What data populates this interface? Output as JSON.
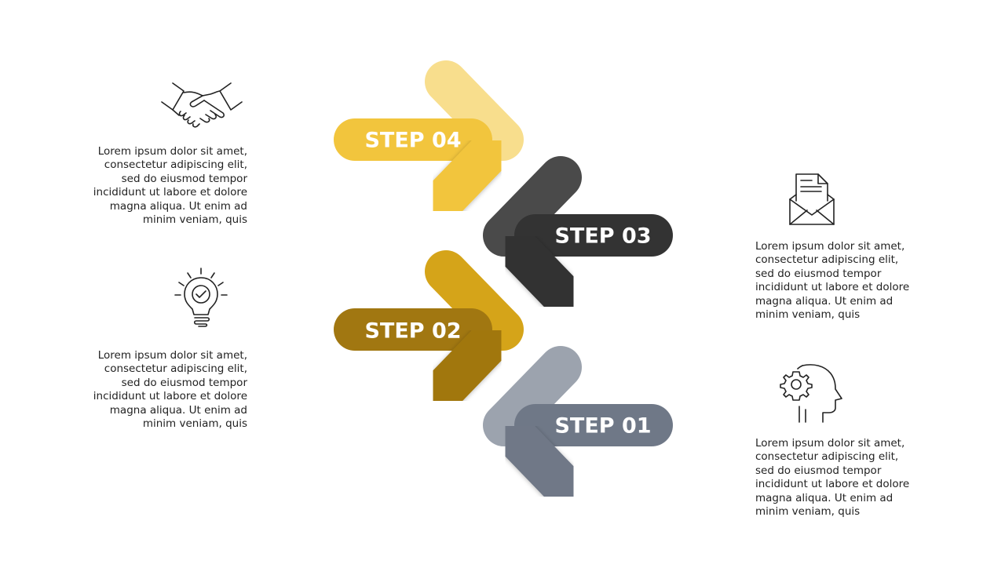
{
  "steps": [
    {
      "label": "STEP 04",
      "colors": {
        "dark": "#F2C53D",
        "light": "#F8DE8D"
      }
    },
    {
      "label": "STEP 03",
      "colors": {
        "dark": "#333333",
        "light": "#4A4A4A"
      }
    },
    {
      "label": "STEP 02",
      "colors": {
        "dark": "#A17711",
        "light": "#D5A419"
      }
    },
    {
      "label": "STEP 01",
      "colors": {
        "dark": "#6F7887",
        "light": "#9CA3AE"
      }
    }
  ],
  "label_color": "#FFFFFF",
  "text_blocks": [
    {
      "icon": "handshake-icon",
      "text": "Lorem ipsum dolor sit amet,\nconsectetur adipiscing elit,\nsed do eiusmod tempor\nincididunt ut labore et dolore\nmagna aliqua. Ut enim ad\nminim veniam, quis"
    },
    {
      "icon": "lightbulb-check-icon",
      "text": "Lorem ipsum dolor sit amet,\nconsectetur adipiscing elit,\nsed do eiusmod tempor\nincididunt ut labore et dolore\nmagna aliqua. Ut enim ad\nminim veniam, quis"
    },
    {
      "icon": "envelope-letter-icon",
      "text": "Lorem ipsum dolor sit amet,\nconsectetur adipiscing elit,\nsed do eiusmod tempor\nincididunt ut labore et dolore\nmagna aliqua. Ut enim ad\nminim veniam, quis"
    },
    {
      "icon": "head-gear-icon",
      "text": "Lorem ipsum dolor sit amet,\nconsectetur adipiscing elit,\nsed do eiusmod tempor\nincididunt ut labore et dolore\nmagna aliqua. Ut enim ad\nminim veniam, quis"
    }
  ]
}
